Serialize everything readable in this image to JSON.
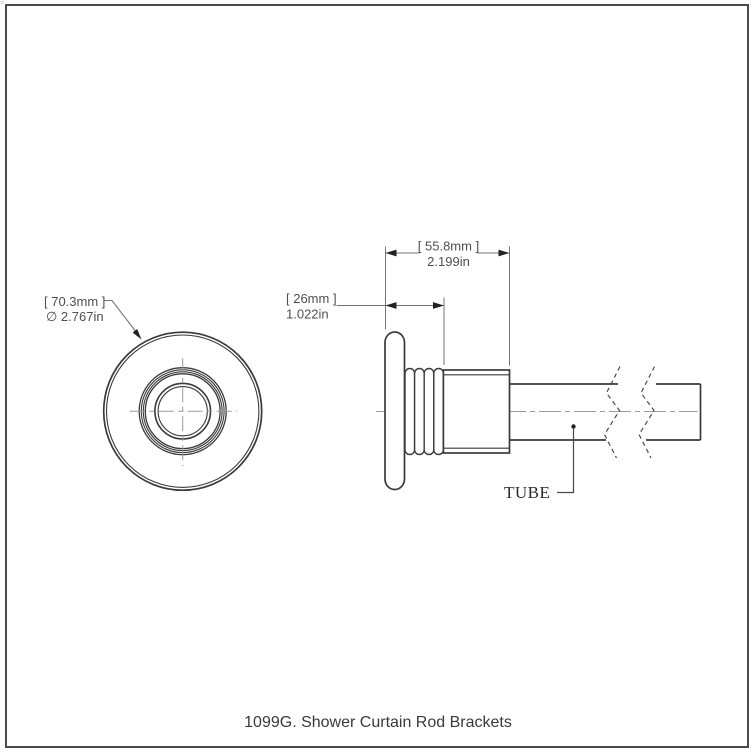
{
  "frame": {
    "background": "#ffffff",
    "border_color": "#4b4b4b"
  },
  "caption": "1099G. Shower Curtain Rod Brackets",
  "front_view": {
    "diameter_label_mm": "[ 70.3mm ]",
    "diameter_label_in": "∅ 2.767in"
  },
  "side_view": {
    "overall_length_mm": "[ 55.8mm ]",
    "overall_length_in": "2.199in",
    "flange_to_collar_mm": "[ 26mm ]",
    "flange_to_collar_in": "1.022in",
    "tube_label": "TUBE"
  },
  "colors": {
    "outline": "#3a3a3a",
    "dimension_line": "#757575",
    "center_line": "#9a9a9a",
    "arrow_fill": "#222222",
    "dimension_text": "#4f4f4f"
  }
}
